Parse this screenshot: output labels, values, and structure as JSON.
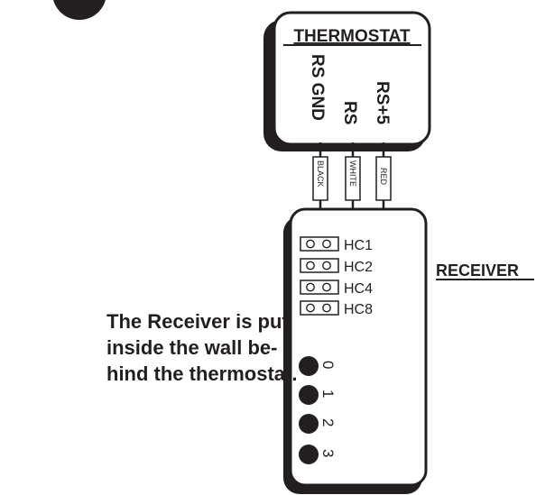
{
  "thermostat": {
    "title": "THERMOSTAT",
    "terminals": [
      "RS GND",
      "RS",
      "RS+5"
    ]
  },
  "wires": [
    "BLACK",
    "WHITE",
    "RED"
  ],
  "receiver": {
    "title": "RECEIVER",
    "house_codes": [
      "HC1",
      "HC2",
      "HC4",
      "HC8"
    ],
    "dial_labels": [
      "0",
      "1",
      "2",
      "3"
    ]
  },
  "caption": {
    "lines": [
      "The Receiver is put",
      "inside the wall be-",
      "hind the thermostat."
    ]
  }
}
